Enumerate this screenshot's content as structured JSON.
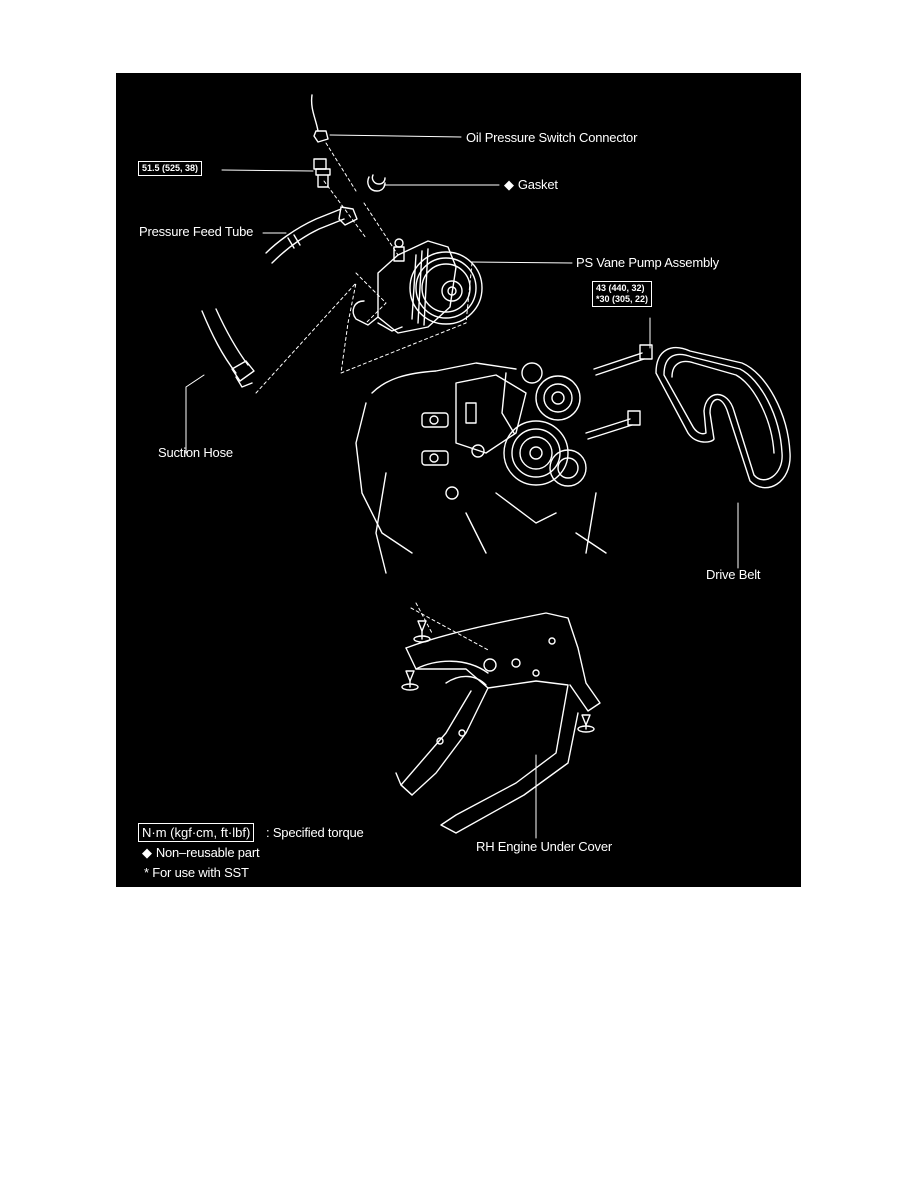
{
  "labels": {
    "oil_pressure_switch_connector": "Oil Pressure Switch Connector",
    "gasket": "Gasket",
    "pressure_feed_tube": "Pressure Feed Tube",
    "ps_vane_pump_assembly": "PS Vane Pump Assembly",
    "suction_hose": "Suction Hose",
    "drive_belt": "Drive Belt",
    "rh_engine_under_cover": "RH Engine Under Cover"
  },
  "torque_specs": {
    "union_bolt": "51.5 (525, 38)",
    "pump_bolt_line1": "43 (440, 32)",
    "pump_bolt_line2": "*30 (305, 22)"
  },
  "legend": {
    "torque_unit": "N·m (kgf·cm, ft·lbf)",
    "torque_desc": ": Specified torque",
    "non_reusable": "Non–reusable part",
    "sst_note": "* For use with SST"
  },
  "symbols": {
    "non_reusable_icon": "◆"
  },
  "colors": {
    "background": "#000000",
    "ink": "#ffffff",
    "page": "#ffffff"
  }
}
